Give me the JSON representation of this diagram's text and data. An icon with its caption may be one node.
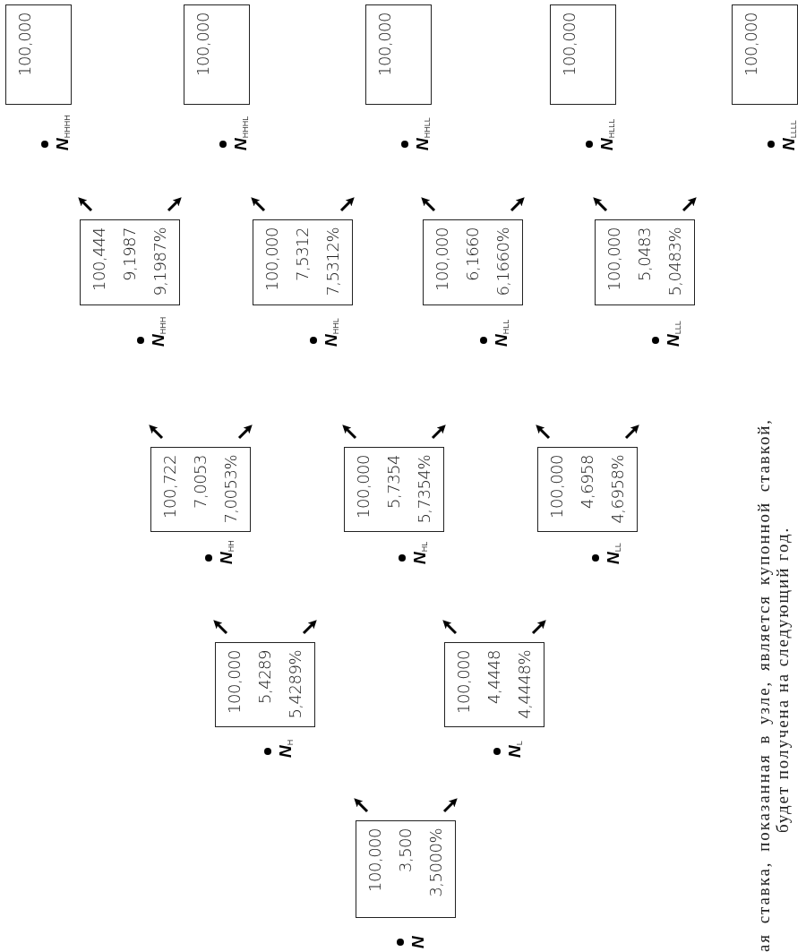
{
  "diagram": {
    "nodes": [
      {
        "text": [
          "100,000",
          "3,500",
          "3,5000%"
        ],
        "beside": [
          "N"
        ]
      },
      {
        "text": [
          "100,000",
          "5,4289",
          "5,4289%"
        ],
        "beside": [
          "N$_{H}$"
        ]
      },
      {
        "text": [
          "100,000",
          "4,4448",
          "4,4448%"
        ],
        "beside": [
          "N$_{L}$"
        ]
      },
      {
        "text": [
          "100,722",
          "7,0053",
          "7,0053%"
        ],
        "beside": [
          "N$_{HH}$"
        ]
      },
      {
        "text": [
          "100,000",
          "5,7354",
          "5,7354%"
        ],
        "beside": [
          "N$_{HL}$"
        ]
      },
      {
        "text": [
          "100,000",
          "4,6958",
          "4,6958%"
        ],
        "beside": [
          "N$_{LL}$"
        ]
      },
      {
        "text": [
          "100,444",
          "9,1987",
          "9,1987%"
        ],
        "beside": [
          "N$_{HHH}$"
        ]
      },
      {
        "text": [
          "100,000",
          "7,5312",
          "7,5312%"
        ],
        "beside": [
          "N$_{HHL}$"
        ]
      },
      {
        "text": [
          "100,000",
          "6,1660",
          "6,1660%"
        ],
        "beside": [
          "N$_{HLL}$"
        ]
      },
      {
        "text": [
          "100,000",
          "5,0483",
          "5,0483%"
        ],
        "beside": [
          "N$_{LLL}$"
        ]
      },
      {
        "text": [
          "100,000"
        ],
        "beside": [
          "N$_{HHHH}$"
        ]
      },
      {
        "text": [
          "100,000"
        ],
        "beside": [
          "N$_{HHHL}$"
        ]
      },
      {
        "text": [
          "100,000"
        ],
        "beside": [
          "N$_{HHLL}$"
        ]
      },
      {
        "text": [
          "100,000"
        ],
        "beside": [
          "N$_{HLLL}$"
        ]
      },
      {
        "text": [
          "100,000"
        ],
        "beside": [
          "N$_{LLLL}$"
        ]
      }
    ],
    "labels": [
      "ая ставка, показанная в узле, является купонной ставкой, будет получена на следующий год."
    ]
  }
}
